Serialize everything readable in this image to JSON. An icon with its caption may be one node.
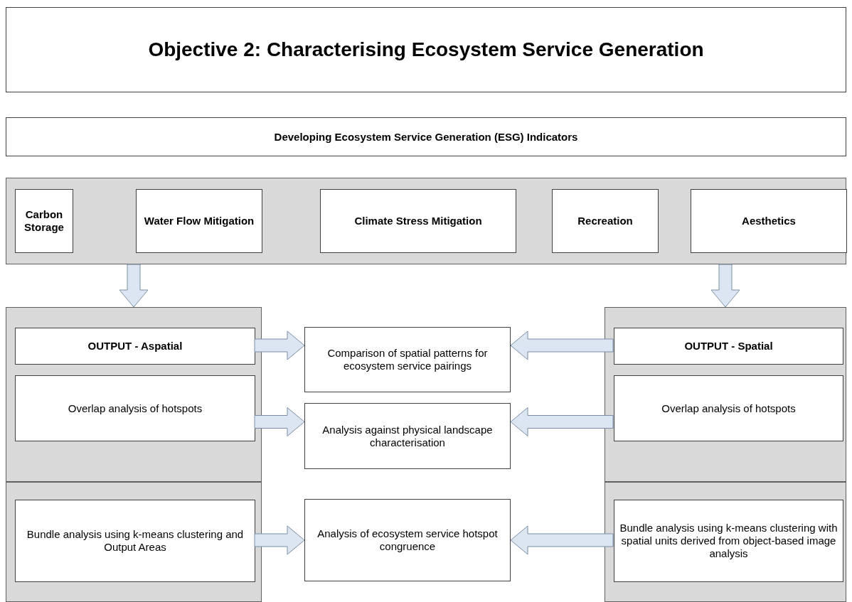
{
  "diagram": {
    "nodes": [
      {
        "text": [
          "Objective 2: Characterising Ecosystem Service Generation"
        ]
      },
      {
        "text": [
          "Developing Ecosystem Service Generation (ESG) Indicators"
        ]
      },
      {
        "text": [],
        "shape": "box"
      },
      {
        "text": [
          "Carbon Storage"
        ],
        "in": 2
      },
      {
        "text": [
          "Water Flow Mitigation"
        ],
        "in": 2
      },
      {
        "text": [
          "Climate Stress Mitigation"
        ],
        "in": 2
      },
      {
        "text": [
          "Recreation"
        ],
        "in": 2
      },
      {
        "text": [
          "Aesthetics"
        ],
        "in": 2
      },
      {
        "text": [],
        "shape": "box"
      },
      {
        "text": [
          "OUTPUT - Aspatial"
        ],
        "in": 8
      },
      {
        "text": [
          "Overlap analysis of hotspots"
        ],
        "in": 8
      },
      {
        "text": [],
        "shape": "box"
      },
      {
        "text": [
          "Bundle analysis using k-means clustering and Output Areas"
        ],
        "in": 11
      },
      {
        "text": [
          "Comparison of spatial patterns for ecosystem service pairings"
        ]
      },
      {
        "text": [
          "Analysis against physical landscape characterisation"
        ]
      },
      {
        "text": [
          "Analysis of ecosystem service hotspot congruence"
        ]
      },
      {
        "text": [],
        "shape": "box"
      },
      {
        "text": [
          "OUTPUT - Spatial"
        ],
        "in": 16
      },
      {
        "text": [
          "Overlap analysis of hotspots"
        ],
        "in": 16
      },
      {
        "text": [],
        "shape": "box"
      },
      {
        "text": [
          "Bundle analysis using k-means clustering with spatial units derived from object-based image analysis"
        ],
        "in": 19
      }
    ],
    "edges": [
      {
        "from": 2,
        "to": 8,
        "arrow": "to"
      },
      {
        "from": 2,
        "to": 16,
        "arrow": "to"
      },
      {
        "from": 9,
        "to": 13,
        "arrow": "to"
      },
      {
        "from": 10,
        "to": 14,
        "arrow": "to"
      },
      {
        "from": 12,
        "to": 15,
        "arrow": "to"
      },
      {
        "from": 17,
        "to": 13,
        "arrow": "to"
      },
      {
        "from": 18,
        "to": 14,
        "arrow": "to"
      },
      {
        "from": 20,
        "to": 15,
        "arrow": "to"
      }
    ]
  }
}
